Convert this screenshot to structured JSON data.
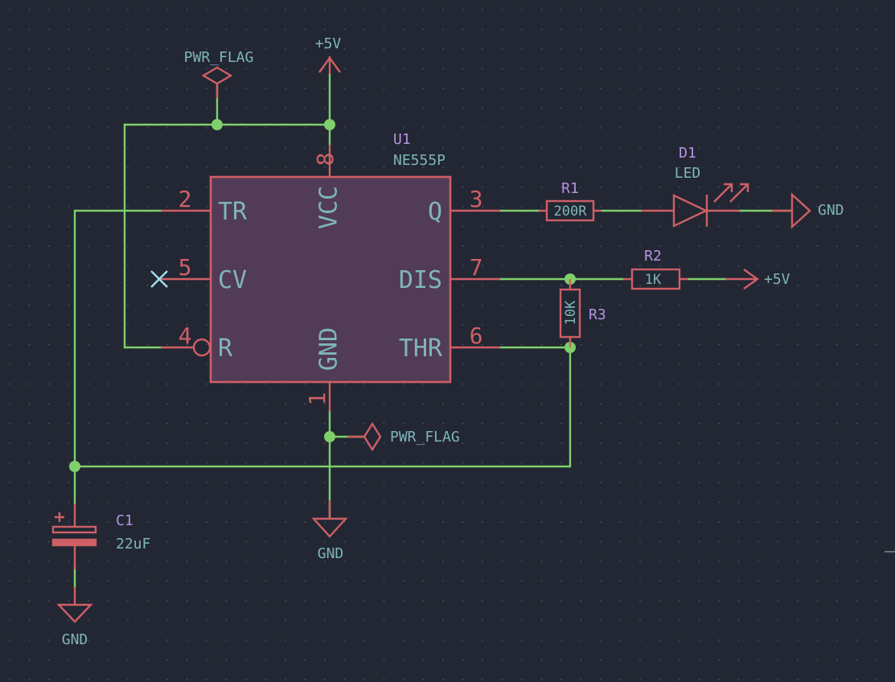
{
  "u1": {
    "ref": "U1",
    "value": "NE555P",
    "pins": {
      "vcc": {
        "num": "8",
        "name": "VCC"
      },
      "tr": {
        "num": "2",
        "name": "TR"
      },
      "cv": {
        "num": "5",
        "name": "CV"
      },
      "r": {
        "num": "4",
        "name": "R"
      },
      "gnd": {
        "num": "1",
        "name": "GND"
      },
      "q": {
        "num": "3",
        "name": "Q"
      },
      "dis": {
        "num": "7",
        "name": "DIS"
      },
      "thr": {
        "num": "6",
        "name": "THR"
      }
    }
  },
  "r1": {
    "ref": "R1",
    "value": "200R"
  },
  "r2": {
    "ref": "R2",
    "value": "1K"
  },
  "r3": {
    "ref": "R3",
    "value": "10K"
  },
  "d1": {
    "ref": "D1",
    "value": "LED"
  },
  "c1": {
    "ref": "C1",
    "value": "22uF"
  },
  "labels": {
    "vcc_top": "+5V",
    "vcc_r2": "+5V",
    "pwr_flag_top": "PWR_FLAG",
    "pwr_flag_bottom": "PWR_FLAG",
    "gnd_led": "GND",
    "gnd_u1": "GND",
    "gnd_c1": "GND"
  },
  "colors": {
    "background": "#222733",
    "wire": "#7fd06b",
    "symbol": "#cf5f66",
    "body_fill": "#523b56",
    "reference": "#b792e0",
    "value_text": "#7fb5ba",
    "no_connect": "#9fe0ee"
  }
}
